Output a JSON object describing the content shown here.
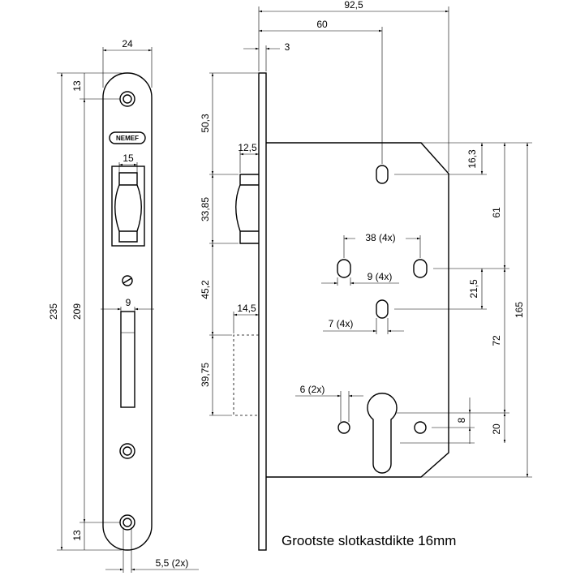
{
  "brand_label": "NEMEF",
  "caption": "Grootste slotkastdikte 16mm",
  "dimensions": {
    "front_width": "24",
    "screw_offset_top": "13",
    "screw_offset_bottom": "13",
    "total_height": "235",
    "screw_spacing": "209",
    "latch_width": "15",
    "bolt_width_front": "9",
    "screw_hole": "5,5 (2x)",
    "depth_total": "92,5",
    "backset": "60",
    "plate_thickness": "3",
    "latch_offset": "50,3",
    "latch_projection": "12,5",
    "latch_height": "33,85",
    "latch_to_bolt": "45,2",
    "bolt_projection": "14,5",
    "bolt_height": "39,75",
    "hole_spacing": "38 (4x)",
    "hole_dia_9": "9 (4x)",
    "hole_dia_7": "7 (4x)",
    "hole_dia_6": "6 (2x)",
    "case_top_offset": "16,3",
    "dim_61": "61",
    "dim_21_5": "21,5",
    "case_height": "165",
    "dim_72": "72",
    "dim_8": "8",
    "dim_20": "20"
  }
}
